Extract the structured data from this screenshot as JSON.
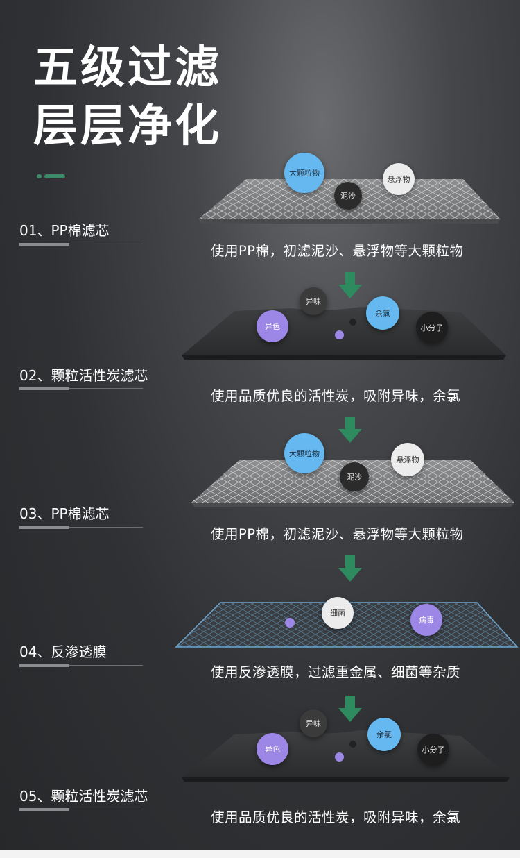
{
  "title": {
    "line1": "五级过滤",
    "line2": "层层净化"
  },
  "colors": {
    "accent": "#3d8a6a",
    "blue": "#65b9f0",
    "purple": "#9c86e6",
    "arrow": "#2e8a5f"
  },
  "stages": [
    {
      "label": "01、PP棉滤芯",
      "description": "使用PP棉，初滤泥沙、悬浮物等大颗粒物",
      "particles": [
        "大颗粒物",
        "泥沙",
        "悬浮物"
      ]
    },
    {
      "label": "02、颗粒活性炭滤芯",
      "description": "使用品质优良的活性炭，吸附异味，余氯",
      "particles": [
        "异味",
        "余氯",
        "异色",
        "小分子"
      ]
    },
    {
      "label": "03、PP棉滤芯",
      "description": "使用PP棉，初滤泥沙、悬浮物等大颗粒物",
      "particles": [
        "大颗粒物",
        "泥沙",
        "悬浮物"
      ]
    },
    {
      "label": "04、反渗透膜",
      "description": "使用反渗透膜，过滤重金属、细菌等杂质",
      "particles": [
        "细菌",
        "病毒"
      ]
    },
    {
      "label": "05、颗粒活性炭滤芯",
      "description": "使用品质优良的活性炭，吸附异味，余氯",
      "particles": [
        "异味",
        "余氯",
        "异色",
        "小分子"
      ]
    }
  ],
  "icons": [
    "down-arrow-icon",
    "mesh-filter-icon",
    "carbon-filter-icon",
    "membrane-filter-icon"
  ]
}
